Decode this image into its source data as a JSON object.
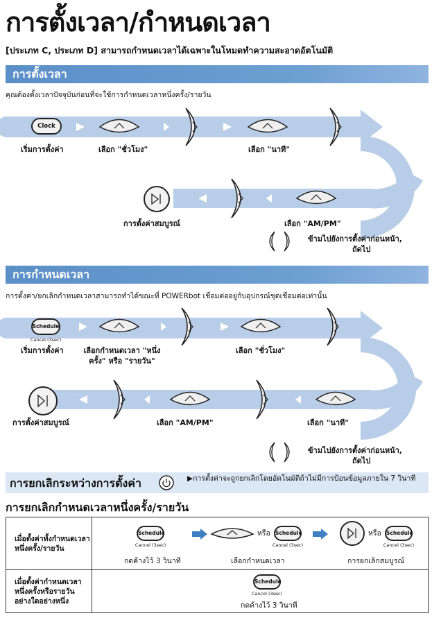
{
  "title": "การตั้งเวลา/กำหนดเวลา",
  "subtitle": "[ประเภท C, ประเภท D] สามารถกำหนดเวลาได้เฉพาะในโหมดทำความสะอาดอัตโนมัติ",
  "set_time": {
    "header": "การตั้งเวลา",
    "note": "คุณต้องตั้งเวลาปัจจุบันก่อนที่จะใช้การกำหนดเวลาหนึ่งครั้ง/รายวัน",
    "clock_button": "Clock",
    "step_start": "เริ่มการตั้งค่า",
    "step_hour": "เลือก \"ชั่วโมง\"",
    "step_minute": "เลือก \"นาที\"",
    "step_ampm": "เลือก \"AM/PM\"",
    "step_complete": "การตั้งค่าสมบูรณ์",
    "skip_line1": "ข้ามไปยังการตั้งค่าก่อนหน้า,",
    "skip_line2": "ถัดไป"
  },
  "schedule": {
    "header": "การกำหนดเวลา",
    "note": "การตั้งค่า/ยกเลิกกำหนดเวลาสามารถทำได้ขณะที่ POWERbot เชื่อมต่ออยู่กับอุปกรณ์ชุดเชื่อมต่อเท่านั้น",
    "schedule_button": "Schedule",
    "cancel_3sec": "Cancel (3sec)",
    "step_start": "เริ่มการตั้งค่า",
    "step_type_line1": "เลือกกำหนดเวลา \"หนึ่ง",
    "step_type_line2": "ครั้ง\" หรือ \"รายวัน\"",
    "step_hour": "เลือก \"ชั่วโมง\"",
    "step_minute": "เลือก \"นาที\"",
    "step_ampm": "เลือก \"AM/PM\"",
    "step_complete": "การตั้งค่าสมบูรณ์",
    "skip_line1": "ข้ามไปยังการตั้งค่าก่อนหน้า,",
    "skip_line2": "ถัดไป"
  },
  "cancel_setting": {
    "header": "การยกเลิกระหว่างการตั้งค่า",
    "text": "▶การตั้งค่าจะถูกยกเลิกโดยอัตโนมัติถ้าไม่มีการป้อนข้อมูลภายใน 7 วินาที"
  },
  "cancel_schedule": {
    "header": "การยกเลิกกำหนดเวลาหนึ่งครั้ง/รายวัน",
    "row1_label_line1": "เมื่อตั้งค่าทั้งกำหนดเวลา",
    "row1_label_line2": "หนึ่งครั้ง/รายวัน",
    "row1_hold": "กดค้างไว้ 3 วินาที",
    "row1_select": "เลือกกำหนดเวลา",
    "row1_or": "หรือ",
    "row1_done": "การยกเลิกสมบูรณ์",
    "row2_label_line1": "เมื่อตั้งค่ากำหนดเวลา",
    "row2_label_line2": "หนึ่งครั้งหรือรายวัน",
    "row2_label_line3": "อย่างใดอย่างหนึ่ง",
    "row2_hold": "กดค้างไว้ 3 วินาที"
  },
  "colors": {
    "accent_bar": "#6d9fd2",
    "flow": "#b8cde8",
    "arrow": "#3f7fc4",
    "cancel_bg": "#dbe7f4"
  }
}
